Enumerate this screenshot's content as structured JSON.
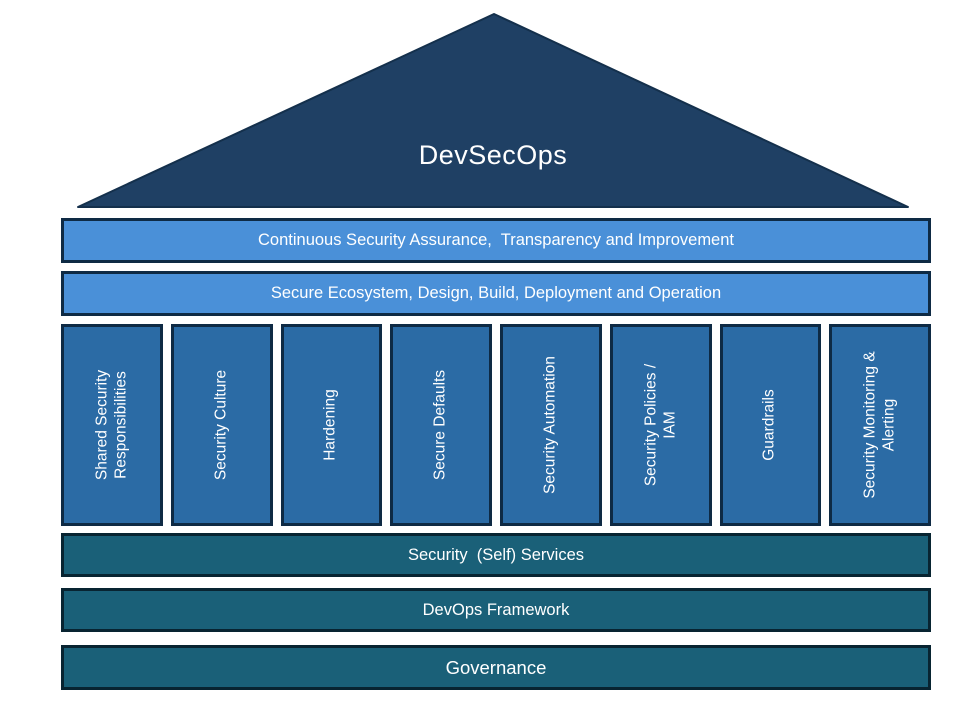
{
  "colors": {
    "roof_fill": "#1F4064",
    "roof_stroke": "#14304C",
    "light_blue_bar": "#4A90D8",
    "pillar_blue": "#2B6BA5",
    "teal_bar": "#1A6078",
    "blue_border": "#0E2A44",
    "teal_border": "#082431",
    "text": "#FFFFFF"
  },
  "diagram": {
    "title": "DevSecOps",
    "top_bars": [
      "Continuous Security Assurance,  Transparency and Improvement",
      "Secure Ecosystem, Design, Build, Deployment and Operation"
    ],
    "pillars": [
      "Shared Security\nResponsibilities",
      "Security Culture",
      "Hardening",
      "Secure Defaults",
      "Security Automation",
      "Security Policies /\nIAM",
      "Guardrails",
      "Security Monitoring &\nAlerting"
    ],
    "bottom_bars": [
      "Security  (Self) Services",
      "DevOps Framework",
      "Governance"
    ]
  }
}
